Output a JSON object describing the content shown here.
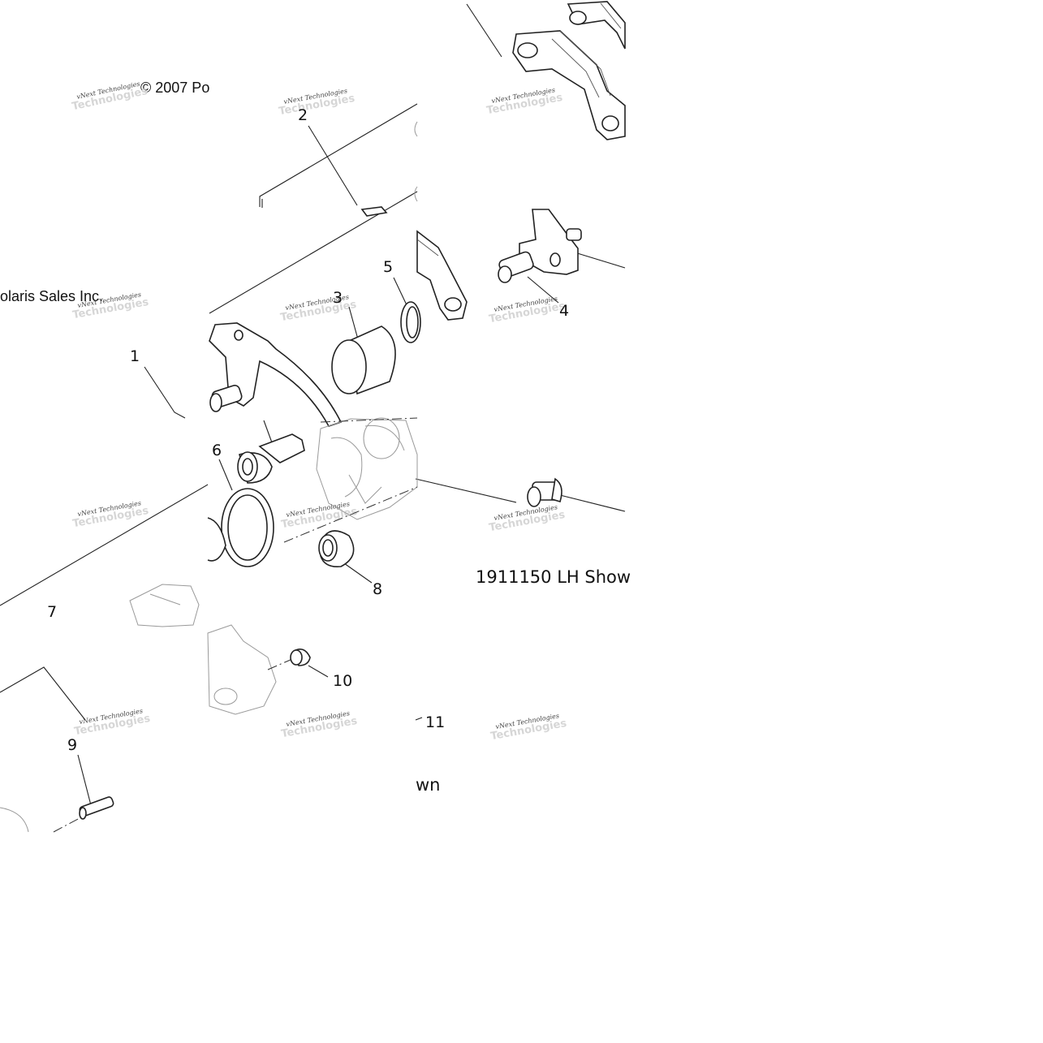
{
  "copyright": "© 2007 Po",
  "company": "olaris Sales Inc.",
  "watermark": {
    "line1": "vNext Technologies",
    "line2": "Technologies"
  },
  "callouts": [
    "1",
    "2",
    "3",
    "4",
    "5",
    "6",
    "7",
    "8",
    "9",
    "10",
    "11"
  ],
  "note_shown": "1911150 LH Show",
  "note_fragment": "wn"
}
